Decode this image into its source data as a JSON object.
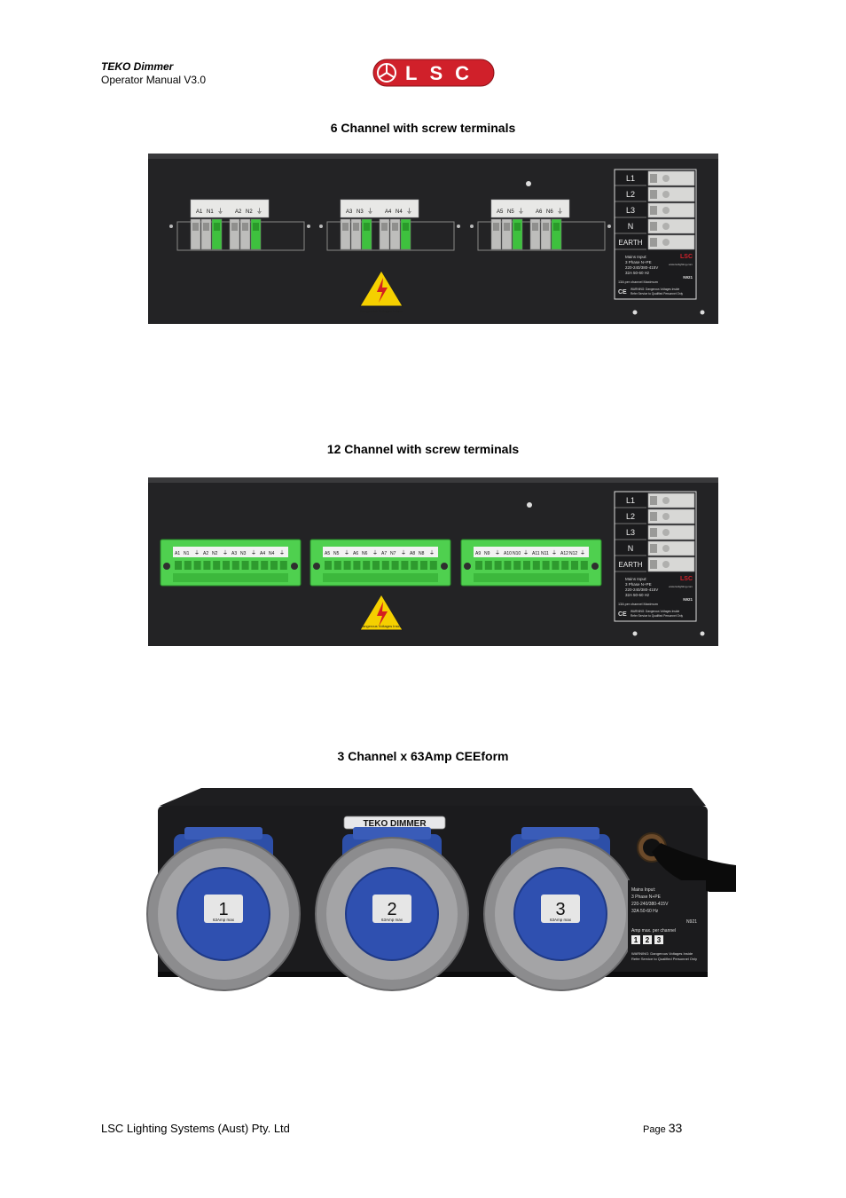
{
  "header": {
    "title": "TEKO Dimmer",
    "subtitle": "Operator Manual V3.0",
    "logo_text": "LSC",
    "brand_color": "#d0202a"
  },
  "sections": [
    {
      "caption": "6 Channel with screw terminals",
      "terminal_labels": [
        "A1",
        "N1",
        "A2",
        "N2",
        "A3",
        "N3",
        "A4",
        "N4",
        "A5",
        "N5",
        "A6",
        "N6"
      ],
      "warning_text": "Dangerous Voltages Inside"
    },
    {
      "caption": "12 Channel with screw terminals",
      "terminal_labels": [
        "A1",
        "N1",
        "A2",
        "N2",
        "A3",
        "N3",
        "A4",
        "N4",
        "A5",
        "N5",
        "A6",
        "N6",
        "A7",
        "N7",
        "A8",
        "N8",
        "A9",
        "N9",
        "A10",
        "N10",
        "A11",
        "N11",
        "A12",
        "N12"
      ],
      "warning_text": "Dangerous Voltages Inside"
    },
    {
      "caption": "3 Channel x 63Amp CEEform",
      "brand_plate": "TEKO DIMMER",
      "socket_labels": [
        "1",
        "2",
        "3"
      ],
      "socket_rating": "63Amp max",
      "panel_heading": "Amp max. per channel"
    }
  ],
  "mains_panel": {
    "phases": [
      "L1",
      "L2",
      "L3",
      "N",
      "EARTH"
    ],
    "mains_text": "Mains Input:",
    "mains_lines": [
      "3 Phase N+PE",
      "220-240/380-415V",
      "32A 50-60 Hz"
    ],
    "website": "www.lsclighting.com",
    "model": "N921",
    "current_note": "13A per channel Maximum",
    "warning": "WARNING: Dangerous Voltages Inside",
    "service": "Refer Service to Qualified Personnel Only"
  },
  "footer": {
    "company": "LSC Lighting Systems (Aust) Pty. Ltd",
    "page_label": "Page",
    "page_number": "33"
  }
}
